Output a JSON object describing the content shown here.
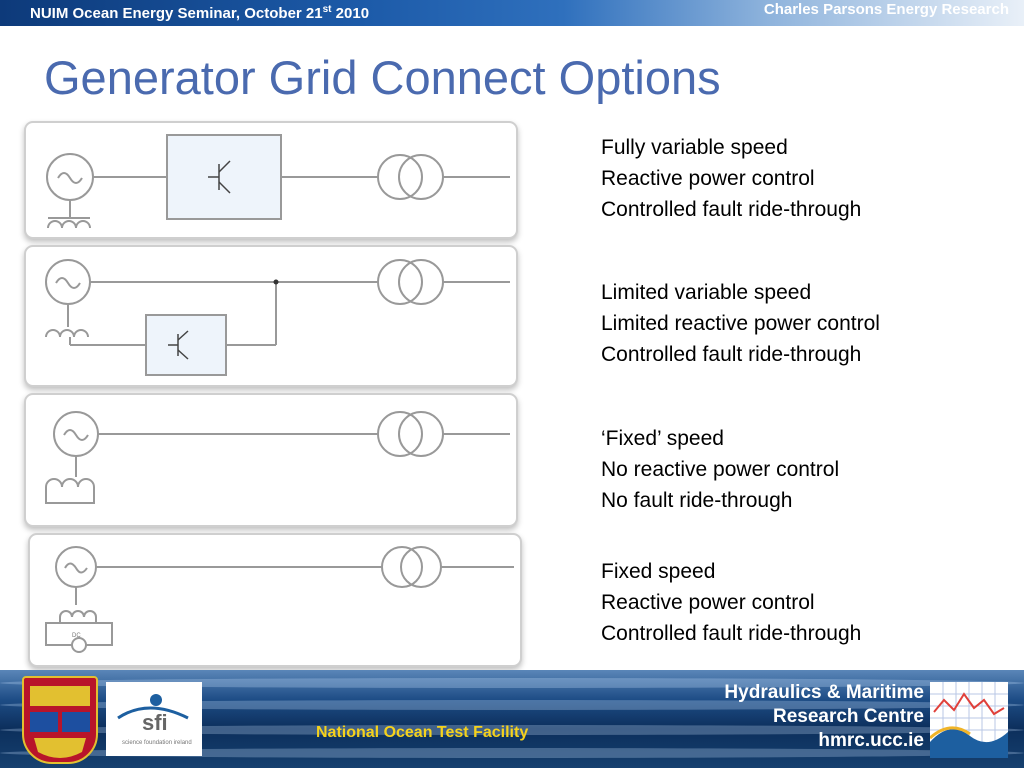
{
  "header": {
    "seminar_main": "NUIM Ocean Energy Seminar, October 21",
    "seminar_sup": "st",
    "seminar_year": " 2010",
    "org": "Charles Parsons Energy Research"
  },
  "slide": {
    "title": "Generator Grid Connect Options",
    "options": [
      {
        "lines": [
          "Fully variable speed",
          "Reactive power control",
          "Controlled fault ride-through"
        ]
      },
      {
        "lines": [
          "Limited variable speed",
          "Limited reactive power control",
          "Controlled fault ride-through"
        ]
      },
      {
        "lines": [
          "‘Fixed’ speed",
          "No reactive power control",
          "No fault ride-through"
        ]
      },
      {
        "lines": [
          "Fixed speed",
          "Reactive power control",
          "Controlled fault ride-through"
        ]
      }
    ],
    "dc_label": "DC"
  },
  "footer": {
    "facility": "National Ocean Test Facility",
    "hmrc_line1": "Hydraulics & Maritime",
    "hmrc_line2": "Research Centre",
    "hmrc_line3": "hmrc.ucc.ie",
    "sfi_logo_text": "sfi",
    "sfi_logo_sub": "science foundation ireland"
  },
  "colors": {
    "title": "#4a6aaf",
    "facility_text": "#f5d21c",
    "header_bar": "#1c5aa8"
  }
}
